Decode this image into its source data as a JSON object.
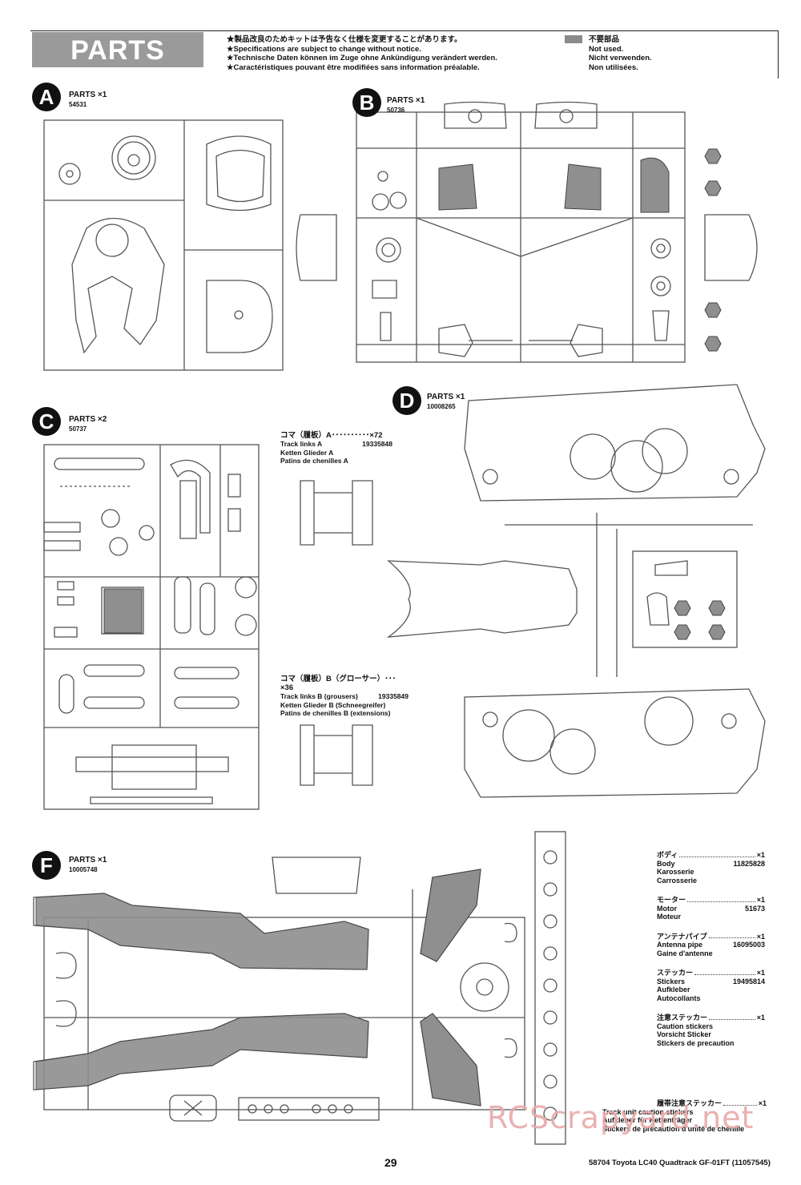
{
  "header": {
    "banner": "PARTS",
    "notes": [
      "★製品改良のためキットは予告なく仕様を変更することがあります。",
      "★Specifications are subject to change without notice.",
      "★Technische Daten können im Zuge ohne Ankündigung verändert werden.",
      "★Caractéristiques pouvant être modifiées sans information préalable."
    ],
    "legend": [
      "不要部品",
      "Not used.",
      "Nicht verwenden.",
      "Non utilisées."
    ]
  },
  "sheets": {
    "A": {
      "letter": "A",
      "label": "PARTS ×1",
      "code": "54531"
    },
    "B": {
      "letter": "B",
      "label": "PARTS ×1",
      "code": "50736"
    },
    "C": {
      "letter": "C",
      "label": "PARTS ×2",
      "code": "50737"
    },
    "D": {
      "letter": "D",
      "label": "PARTS ×1",
      "code": "10008265"
    },
    "F": {
      "letter": "F",
      "label": "PARTS ×1",
      "code": "10005748"
    }
  },
  "track_links": {
    "a": {
      "title": "コマ（履板）A･･････････×72",
      "code": "19335848",
      "lines": [
        "Track links A",
        "Ketten Glieder A",
        "Patins de chenilles A"
      ]
    },
    "b": {
      "title": "コマ（履板）B（グローサー）･･･×36",
      "code": "19335849",
      "lines": [
        "Track links B (grousers)",
        "Ketten Glieder B (Schneegreifer)",
        "Patins de chenilles B (extensions)"
      ]
    }
  },
  "items": [
    {
      "jp": "ボディ",
      "qty": "×1",
      "code": "11825828",
      "lines": [
        "Body",
        "Karosserie",
        "Carrosserie"
      ]
    },
    {
      "jp": "モーター",
      "qty": "×1",
      "code": "51673",
      "lines": [
        "Motor",
        "Moteur"
      ]
    },
    {
      "jp": "アンテナパイプ",
      "qty": "×1",
      "code": "16095003",
      "lines": [
        "Antenna pipe",
        "Gaine d'antenne"
      ]
    },
    {
      "jp": "ステッカー",
      "qty": "×1",
      "code": "19495814",
      "lines": [
        "Stickers",
        "Aufkleber",
        "Autocollants"
      ]
    },
    {
      "jp": "注意ステッカー",
      "qty": "×1",
      "code": "",
      "lines": [
        "Caution stickers",
        "Vorsicht Sticker",
        "Stickers de precaution"
      ]
    },
    {
      "jp": "履帯注意ステッカー",
      "qty": "×1",
      "code": "",
      "lines": [
        "Track unit caution stickers",
        "Aufkleber für Kettenträger",
        "Stickers de précaution d'unité de chenille"
      ]
    }
  ],
  "footer": {
    "page": "29",
    "title": "58704 Toyota LC40 Quadtrack GF-01FT (11057545)"
  },
  "watermark": "RCScrapyard.net"
}
